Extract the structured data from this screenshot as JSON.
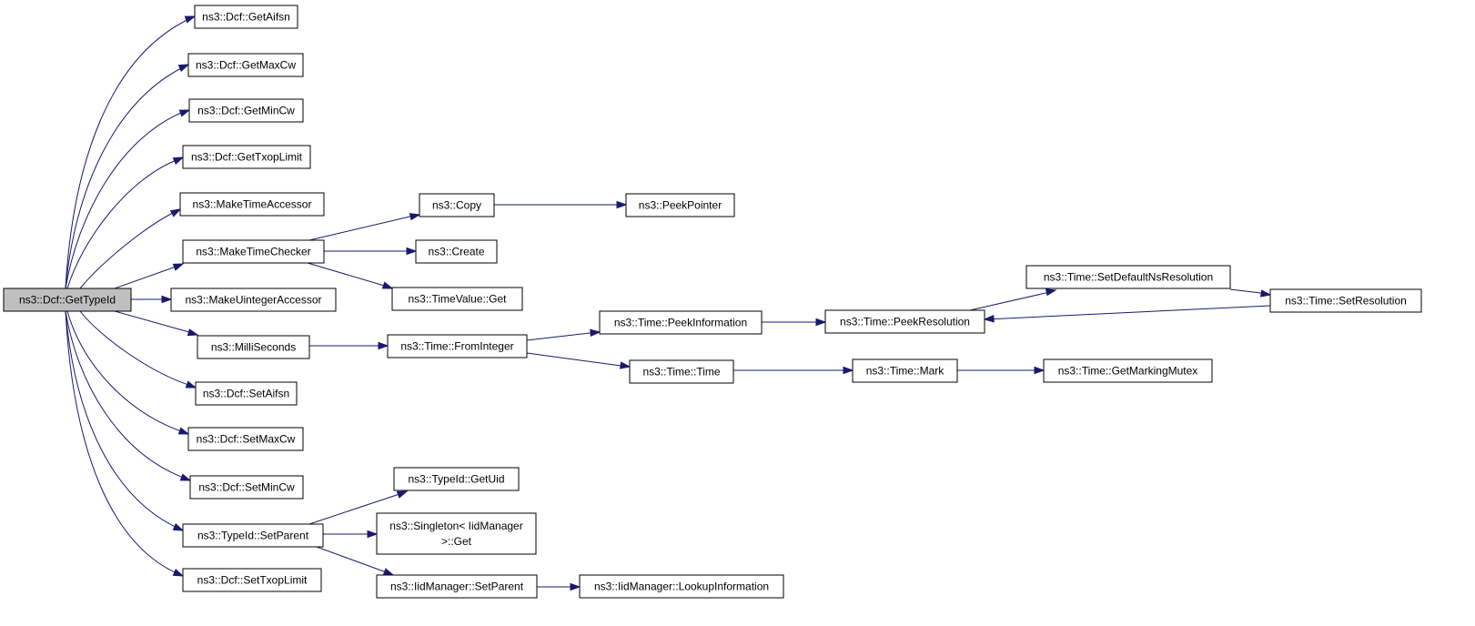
{
  "graph": {
    "root": "getTypeId",
    "edge_color": "#191970",
    "root_fill": "#bfbfbf",
    "nodes": [
      {
        "id": "getTypeId",
        "label": "ns3::Dcf::GetTypeId"
      },
      {
        "id": "getAifsn",
        "label": "ns3::Dcf::GetAifsn"
      },
      {
        "id": "getMaxCw",
        "label": "ns3::Dcf::GetMaxCw"
      },
      {
        "id": "getMinCw",
        "label": "ns3::Dcf::GetMinCw"
      },
      {
        "id": "getTxopLimit",
        "label": "ns3::Dcf::GetTxopLimit"
      },
      {
        "id": "makeTimeAccessor",
        "label": "ns3::MakeTimeAccessor"
      },
      {
        "id": "makeTimeChecker",
        "label": "ns3::MakeTimeChecker"
      },
      {
        "id": "makeUintegerAccessor",
        "label": "ns3::MakeUintegerAccessor"
      },
      {
        "id": "milliSeconds",
        "label": "ns3::MilliSeconds"
      },
      {
        "id": "setAifsn",
        "label": "ns3::Dcf::SetAifsn"
      },
      {
        "id": "setMaxCw",
        "label": "ns3::Dcf::SetMaxCw"
      },
      {
        "id": "setMinCw",
        "label": "ns3::Dcf::SetMinCw"
      },
      {
        "id": "typeIdSetParent",
        "label": "ns3::TypeId::SetParent"
      },
      {
        "id": "setTxopLimit",
        "label": "ns3::Dcf::SetTxopLimit"
      },
      {
        "id": "copy",
        "label": "ns3::Copy"
      },
      {
        "id": "create",
        "label": "ns3::Create"
      },
      {
        "id": "timeValueGet",
        "label": "ns3::TimeValue::Get"
      },
      {
        "id": "peekPointer",
        "label": "ns3::PeekPointer"
      },
      {
        "id": "fromInteger",
        "label": "ns3::Time::FromInteger"
      },
      {
        "id": "peekInformation",
        "label": "ns3::Time::PeekInformation"
      },
      {
        "id": "timeTime",
        "label": "ns3::Time::Time"
      },
      {
        "id": "peekResolution",
        "label": "ns3::Time::PeekResolution"
      },
      {
        "id": "setDefaultNsResolution",
        "label": "ns3::Time::SetDefaultNsResolution"
      },
      {
        "id": "setResolution",
        "label": "ns3::Time::SetResolution"
      },
      {
        "id": "mark",
        "label": "ns3::Time::Mark"
      },
      {
        "id": "getMarkingMutex",
        "label": "ns3::Time::GetMarkingMutex"
      },
      {
        "id": "getUid",
        "label": "ns3::TypeId::GetUid"
      },
      {
        "id": "singletonGet",
        "label": [
          "ns3::Singleton< IidManager",
          ">::Get"
        ]
      },
      {
        "id": "iidSetParent",
        "label": "ns3::IidManager::SetParent"
      },
      {
        "id": "lookupInformation",
        "label": "ns3::IidManager::LookupInformation"
      }
    ],
    "edges": [
      {
        "from": "getTypeId",
        "to": "getAifsn"
      },
      {
        "from": "getTypeId",
        "to": "getMaxCw"
      },
      {
        "from": "getTypeId",
        "to": "getMinCw"
      },
      {
        "from": "getTypeId",
        "to": "getTxopLimit"
      },
      {
        "from": "getTypeId",
        "to": "makeTimeAccessor"
      },
      {
        "from": "getTypeId",
        "to": "makeTimeChecker"
      },
      {
        "from": "getTypeId",
        "to": "makeUintegerAccessor"
      },
      {
        "from": "getTypeId",
        "to": "milliSeconds"
      },
      {
        "from": "getTypeId",
        "to": "setAifsn"
      },
      {
        "from": "getTypeId",
        "to": "setMaxCw"
      },
      {
        "from": "getTypeId",
        "to": "setMinCw"
      },
      {
        "from": "getTypeId",
        "to": "typeIdSetParent"
      },
      {
        "from": "getTypeId",
        "to": "setTxopLimit"
      },
      {
        "from": "makeTimeChecker",
        "to": "copy"
      },
      {
        "from": "makeTimeChecker",
        "to": "create"
      },
      {
        "from": "makeTimeChecker",
        "to": "timeValueGet"
      },
      {
        "from": "copy",
        "to": "peekPointer"
      },
      {
        "from": "milliSeconds",
        "to": "fromInteger"
      },
      {
        "from": "fromInteger",
        "to": "peekInformation"
      },
      {
        "from": "fromInteger",
        "to": "timeTime"
      },
      {
        "from": "peekInformation",
        "to": "peekResolution"
      },
      {
        "from": "peekResolution",
        "to": "setDefaultNsResolution"
      },
      {
        "from": "setDefaultNsResolution",
        "to": "setResolution"
      },
      {
        "from": "setResolution",
        "to": "peekResolution"
      },
      {
        "from": "timeTime",
        "to": "mark"
      },
      {
        "from": "mark",
        "to": "getMarkingMutex"
      },
      {
        "from": "typeIdSetParent",
        "to": "getUid"
      },
      {
        "from": "typeIdSetParent",
        "to": "singletonGet"
      },
      {
        "from": "typeIdSetParent",
        "to": "iidSetParent"
      },
      {
        "from": "iidSetParent",
        "to": "lookupInformation"
      }
    ]
  }
}
